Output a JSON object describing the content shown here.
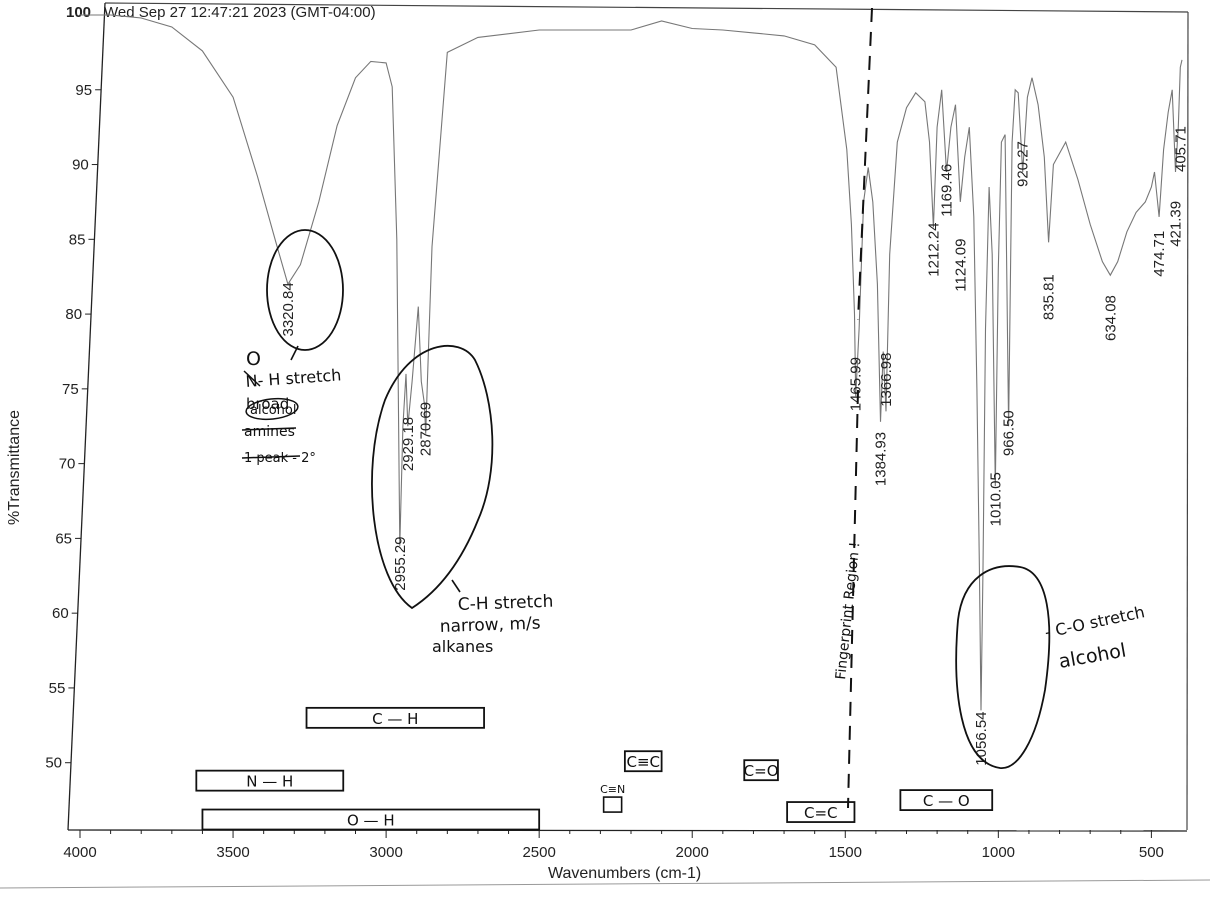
{
  "header": {
    "top_value": "100",
    "timestamp": "Wed Sep 27 12:47:21 2023 (GMT-04:00)"
  },
  "chart_data": {
    "type": "line",
    "xlabel": "Wavenumbers (cm-1)",
    "ylabel": "%Transmittance",
    "xlim": [
      4000,
      400
    ],
    "x_reversed": true,
    "ylim": [
      45.5,
      100
    ],
    "x_ticks": [
      "4000",
      "3500",
      "3000",
      "2500",
      "2000",
      "1500",
      "1000",
      "500"
    ],
    "y_ticks": [
      "50",
      "55",
      "60",
      "65",
      "70",
      "75",
      "80",
      "85",
      "90",
      "95"
    ],
    "series_x": [
      4000,
      3900,
      3800,
      3700,
      3600,
      3500,
      3420,
      3360,
      3320.84,
      3280,
      3220,
      3160,
      3100,
      3050,
      3000,
      2980,
      2965,
      2955.29,
      2945,
      2935,
      2929.18,
      2915,
      2895,
      2885,
      2875,
      2870.69,
      2862,
      2850,
      2800,
      2700,
      2500,
      2200,
      2100,
      2000,
      1900,
      1800,
      1700,
      1600,
      1530,
      1495,
      1480,
      1470,
      1465.99,
      1455,
      1440,
      1425,
      1410,
      1395,
      1384.93,
      1376,
      1366.98,
      1355,
      1330,
      1300,
      1270,
      1240,
      1225,
      1212.24,
      1200,
      1185,
      1169.46,
      1155,
      1140,
      1124.09,
      1110,
      1095,
      1080,
      1070,
      1062,
      1056.54,
      1050,
      1042,
      1030,
      1020,
      1010.05,
      1000,
      990,
      978,
      966.5,
      955,
      945,
      935,
      920.27,
      905,
      890,
      870,
      850,
      835.81,
      820,
      780,
      740,
      700,
      660,
      634.08,
      610,
      580,
      550,
      520,
      500,
      490,
      474.71,
      460,
      445,
      432,
      421.39,
      412,
      405.71,
      400
    ],
    "series_y": [
      100,
      100,
      99.8,
      99.2,
      97.6,
      94.5,
      89.2,
      84.8,
      82,
      83.3,
      87.5,
      92.6,
      95.8,
      96.9,
      96.8,
      95.2,
      85,
      64.5,
      72.5,
      76,
      72.5,
      75.5,
      80.5,
      75.5,
      74,
      72,
      77.5,
      84.5,
      97.5,
      98.5,
      99,
      99,
      99.6,
      99.1,
      99,
      98.8,
      98.6,
      98,
      96.5,
      91,
      86,
      80,
      74.5,
      79,
      87.5,
      89.8,
      87.5,
      82,
      72.8,
      77.5,
      73.5,
      84,
      91.5,
      93.8,
      94.8,
      94.2,
      91.5,
      85.8,
      92.5,
      95,
      89.5,
      92.5,
      94,
      87.5,
      90.5,
      92.5,
      86.5,
      75,
      63,
      53.5,
      63,
      79,
      88.5,
      84,
      68.5,
      83,
      91.5,
      92,
      72.5,
      91.5,
      95,
      94.8,
      89.5,
      94.5,
      95.8,
      94,
      90.5,
      84.8,
      90,
      91.5,
      89,
      86,
      83.5,
      82.6,
      83.5,
      85.5,
      86.8,
      87.5,
      88.5,
      89.5,
      86.5,
      91,
      93.5,
      95,
      89.5,
      92.5,
      96.5,
      97
    ]
  },
  "peaks": [
    {
      "x": 3320.84,
      "label": "3320.84",
      "y_label": 78.5
    },
    {
      "x": 2955.29,
      "label": "2955.29",
      "y_label": 61.5
    },
    {
      "x": 2929.18,
      "label": "2929.18",
      "y_label": 69.5
    },
    {
      "x": 2870.69,
      "label": "2870.69",
      "y_label": 70.5
    },
    {
      "x": 1465.99,
      "label": "1465.99",
      "y_label": 73.5
    },
    {
      "x": 1384.93,
      "label": "1384.93",
      "y_label": 68.5
    },
    {
      "x": 1366.98,
      "label": "1366.98",
      "y_label": 73.8
    },
    {
      "x": 1212.24,
      "label": "1212.24",
      "y_label": 82.5
    },
    {
      "x": 1169.46,
      "label": "1169.46",
      "y_label": 86.5
    },
    {
      "x": 1124.09,
      "label": "1124.09",
      "y_label": 81.5
    },
    {
      "x": 1056.54,
      "label": "1056.54",
      "y_label": 49.8
    },
    {
      "x": 1010.05,
      "label": "1010.05",
      "y_label": 65.8
    },
    {
      "x": 966.5,
      "label": "966.50",
      "y_label": 70.5
    },
    {
      "x": 920.27,
      "label": "920.27",
      "y_label": 88.5
    },
    {
      "x": 835.81,
      "label": "835.81",
      "y_label": 79.6
    },
    {
      "x": 634.08,
      "label": "634.08",
      "y_label": 78.2
    },
    {
      "x": 474.71,
      "label": "474.71",
      "y_label": 82.5
    },
    {
      "x": 421.39,
      "label": "421.39",
      "y_label": 84.5
    },
    {
      "x": 405.71,
      "label": "405.71",
      "y_label": 89.5
    }
  ],
  "annotations": {
    "oh_letter": "O",
    "nh_stretch": "N- H stretch",
    "broad": "broad",
    "alcohol_circled": "alcohol",
    "amines": "amines",
    "one_peak": "1 peak - 2°",
    "ch_stretch": "C-H stretch",
    "narrow": "narrow, m/s",
    "alkanes": "alkanes",
    "fingerprint": "Fingerprint Region !",
    "co_stretch": "- C-O stretch",
    "alcohol2": "alcohol"
  },
  "ranges": [
    {
      "label": "C — H",
      "x1": 3260,
      "x2": 2680,
      "y": 53
    },
    {
      "label": "N — H",
      "x1": 3620,
      "x2": 3140,
      "y": 48.8
    },
    {
      "label": "O — H",
      "x1": 3600,
      "x2": 2500,
      "y": 46.2
    },
    {
      "label": "C≡C",
      "x1": 2220,
      "x2": 2100,
      "y": 50.1
    },
    {
      "label": "C≡N",
      "x1": 2260,
      "x2": 2260,
      "y": 47.3
    },
    {
      "label": "C=O",
      "x1": 1830,
      "x2": 1720,
      "y": 49.5
    },
    {
      "label": "C=C",
      "x1": 1690,
      "x2": 1470,
      "y": 46.7
    },
    {
      "label": "C — O",
      "x1": 1320,
      "x2": 1020,
      "y": 47.5
    }
  ]
}
